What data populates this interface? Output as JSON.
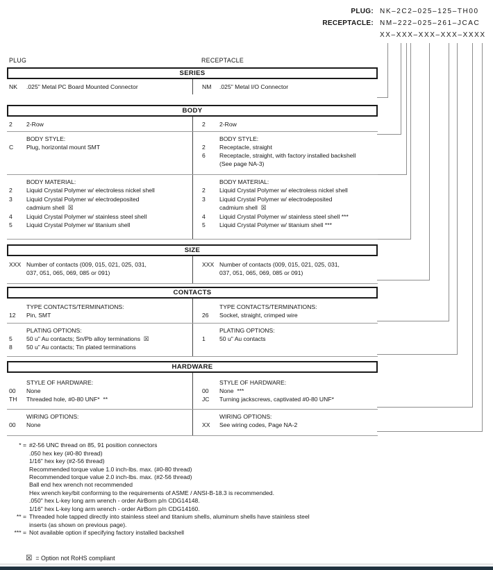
{
  "header": {
    "plug_label": "PLUG:",
    "plug_value": "NK–2C2–025–125–TH00",
    "receptacle_label": "RECEPTACLE:",
    "receptacle_value": "NM–222–025–261–JCAC",
    "mask": "XX–XXX–XXX–XXX–XXXX",
    "left_col": "PLUG",
    "right_col": "RECEPTACLE"
  },
  "series": {
    "title": "SERIES",
    "left": [
      {
        "c": "NK",
        "d": ".025\" Metal PC Board Mounted Connector"
      }
    ],
    "right": [
      {
        "c": "NM",
        "d": ".025\" Metal I/O Connector"
      }
    ]
  },
  "body": {
    "title": "BODY",
    "rows": {
      "left": [
        {
          "c": "2",
          "d": "2-Row"
        }
      ],
      "right": [
        {
          "c": "2",
          "d": "2-Row"
        }
      ]
    },
    "style": {
      "header": "BODY STYLE:",
      "left": [
        {
          "c": "C",
          "d": "Plug, horizontal mount SMT"
        }
      ],
      "right": [
        {
          "c": "2",
          "d": "Receptacle, straight"
        },
        {
          "c": "6",
          "d": "Receptacle, straight, with factory installed backshell"
        },
        {
          "c": "",
          "d": "(See page NA-3)"
        }
      ]
    },
    "material": {
      "header": "BODY MATERIAL:",
      "left": [
        {
          "c": "2",
          "d": "Liquid Crystal Polymer w/ electroless nickel shell"
        },
        {
          "c": "3",
          "d": "Liquid Crystal Polymer w/ electrodeposited"
        },
        {
          "c": "",
          "d": "cadmium shell  ☒"
        },
        {
          "c": "4",
          "d": "Liquid Crystal Polymer w/ stainless steel shell"
        },
        {
          "c": "5",
          "d": "Liquid Crystal Polymer w/ titanium shell"
        }
      ],
      "right": [
        {
          "c": "2",
          "d": "Liquid Crystal Polymer w/ electroless nickel shell"
        },
        {
          "c": "3",
          "d": "Liquid Crystal Polymer w/ electrodeposited"
        },
        {
          "c": "",
          "d": "cadmium shell  ☒"
        },
        {
          "c": "4",
          "d": "Liquid Crystal Polymer w/ stainless steel shell ***"
        },
        {
          "c": "5",
          "d": "Liquid Crystal Polymer w/ titanium shell ***"
        }
      ]
    }
  },
  "size": {
    "title": "SIZE",
    "left": [
      {
        "c": "XXX",
        "d": "Number of contacts (009, 015, 021, 025, 031,"
      },
      {
        "c": "",
        "d": "037, 051, 065, 069, 085 or 091)"
      }
    ],
    "right": [
      {
        "c": "XXX",
        "d": "Number of contacts (009, 015, 021, 025, 031,"
      },
      {
        "c": "",
        "d": "037, 051, 065, 069, 085 or 091)"
      }
    ]
  },
  "contacts": {
    "title": "CONTACTS",
    "type": {
      "header": "TYPE CONTACTS/TERMINATIONS:",
      "left": [
        {
          "c": "12",
          "d": "Pin, SMT"
        }
      ],
      "right": [
        {
          "c": "26",
          "d": "Socket, straight, crimped wire"
        }
      ]
    },
    "plating": {
      "header": "PLATING OPTIONS:",
      "left": [
        {
          "c": "5",
          "d": "50 u\" Au contacts; Sn/Pb alloy terminations  ☒"
        },
        {
          "c": "8",
          "d": "50 u\" Au contacts; Tin plated terminations"
        }
      ],
      "right": [
        {
          "c": "1",
          "d": "50 u\" Au contacts"
        }
      ]
    }
  },
  "hardware": {
    "title": "HARDWARE",
    "style": {
      "header": "STYLE OF HARDWARE:",
      "left": [
        {
          "c": "00",
          "d": "None"
        },
        {
          "c": "TH",
          "d": "Threaded hole, #0-80 UNF*  **"
        }
      ],
      "right": [
        {
          "c": "00",
          "d": "None  ***"
        },
        {
          "c": "JC",
          "d": "Turning jackscrews, captivated #0-80 UNF*"
        }
      ]
    },
    "wiring": {
      "header": "WIRING OPTIONS:",
      "left": [
        {
          "c": "00",
          "d": "None"
        }
      ],
      "right": [
        {
          "c": "XX",
          "d": "See wiring codes, Page NA-2"
        }
      ]
    }
  },
  "footnotes": {
    "star": {
      "marker": "* =",
      "lines": [
        "#2-56 UNC thread on 85, 91 position connectors",
        ".050 hex key (#0-80 thread)",
        "1/16\" hex key (#2-56 thread)",
        "Recommended torque value 1.0 inch-lbs. max. (#0-80 thread)",
        "Recommended torque value 2.0 inch-lbs. max. (#2-56 thread)",
        "Ball end hex wrench not recommended",
        "Hex wrench key/bit conforming to the requirements of ASME / ANSI-B-18.3 is recommended.",
        ".050\" hex L-key long arm wrench - order AirBorn p/n CDG14148.",
        "1/16\" hex L-key long arm wrench - order AirBorn p/n CDG14160."
      ]
    },
    "dstar": {
      "marker": "** =",
      "lines": [
        "Threaded hole tapped directly into stainless steel and titanium shells, aluminum shells have stainless steel",
        "inserts (as shown on previous page)."
      ]
    },
    "tstar": {
      "marker": "*** =",
      "lines": [
        "Not available option if specifying factory installed backshell"
      ]
    }
  },
  "legend": {
    "symbol": "☒",
    "text": "= Option not RoHS compliant"
  },
  "colors": {
    "accent_bar": "#20323f",
    "rule_gray": "#9a9a9a"
  }
}
